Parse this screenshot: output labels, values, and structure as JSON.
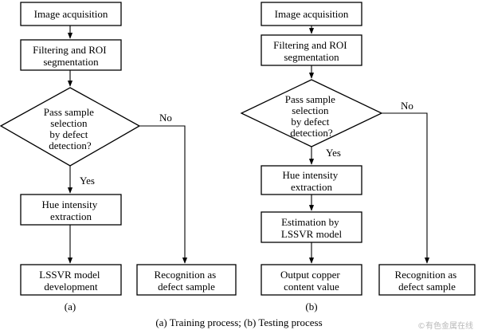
{
  "nodes": {
    "a_acquisition": [
      "Image acquisition"
    ],
    "a_filtering": [
      "Filtering and ROI",
      "segmentation"
    ],
    "a_decision": [
      "Pass sample",
      "selection",
      "by defect",
      "detection?"
    ],
    "a_hue": [
      "Hue intensity",
      "extraction"
    ],
    "a_lssvr": [
      "LSSVR model",
      "development"
    ],
    "a_defect": [
      "Recognition as",
      "defect sample"
    ],
    "b_acquisition": [
      "Image acquisition"
    ],
    "b_filtering": [
      "Filtering and ROI",
      "segmentation"
    ],
    "b_decision": [
      "Pass sample",
      "selection",
      "by defect",
      "detection?"
    ],
    "b_hue": [
      "Hue intensity",
      "extraction"
    ],
    "b_estimation": [
      "Estimation by",
      "LSSVR model"
    ],
    "b_output": [
      "Output copper",
      "content value"
    ],
    "b_defect": [
      "Recognition as",
      "defect sample"
    ]
  },
  "edge_labels": {
    "a_no": "No",
    "a_yes": "Yes",
    "b_no": "No",
    "b_yes": "Yes"
  },
  "panel_labels": {
    "a": "(a)",
    "b": "(b)"
  },
  "caption": "(a) Training process; (b) Testing process",
  "watermark": "©有色金属在线"
}
